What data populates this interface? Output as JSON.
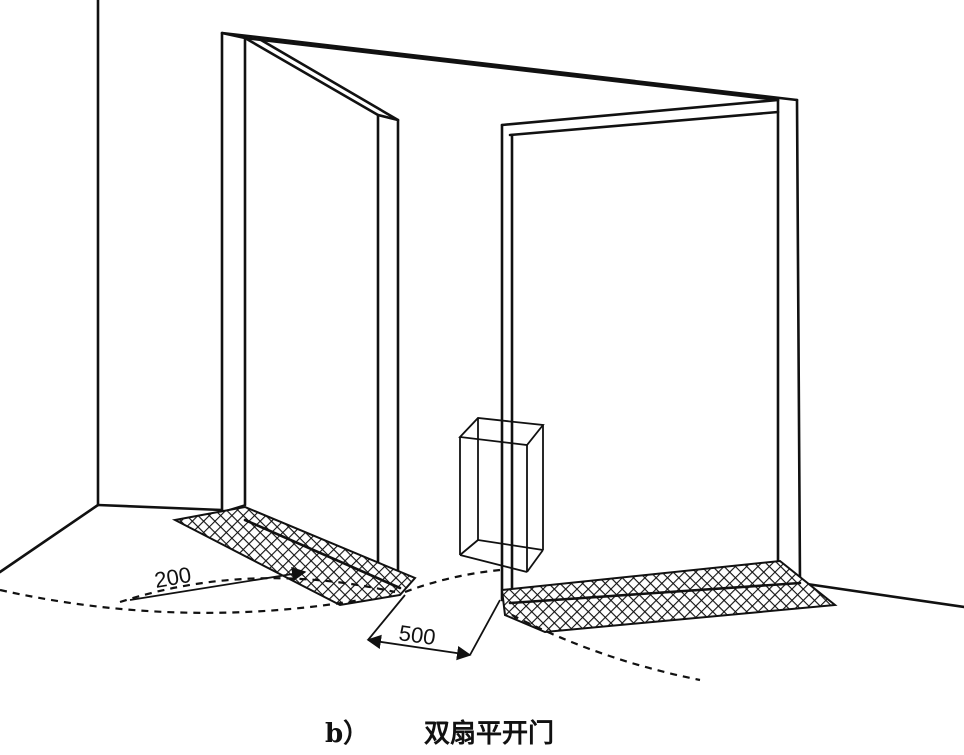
{
  "dimensions": {
    "arc_offset": "200",
    "gap_width": "500"
  },
  "caption": {
    "label": "b）",
    "title": "双扇平开门"
  }
}
